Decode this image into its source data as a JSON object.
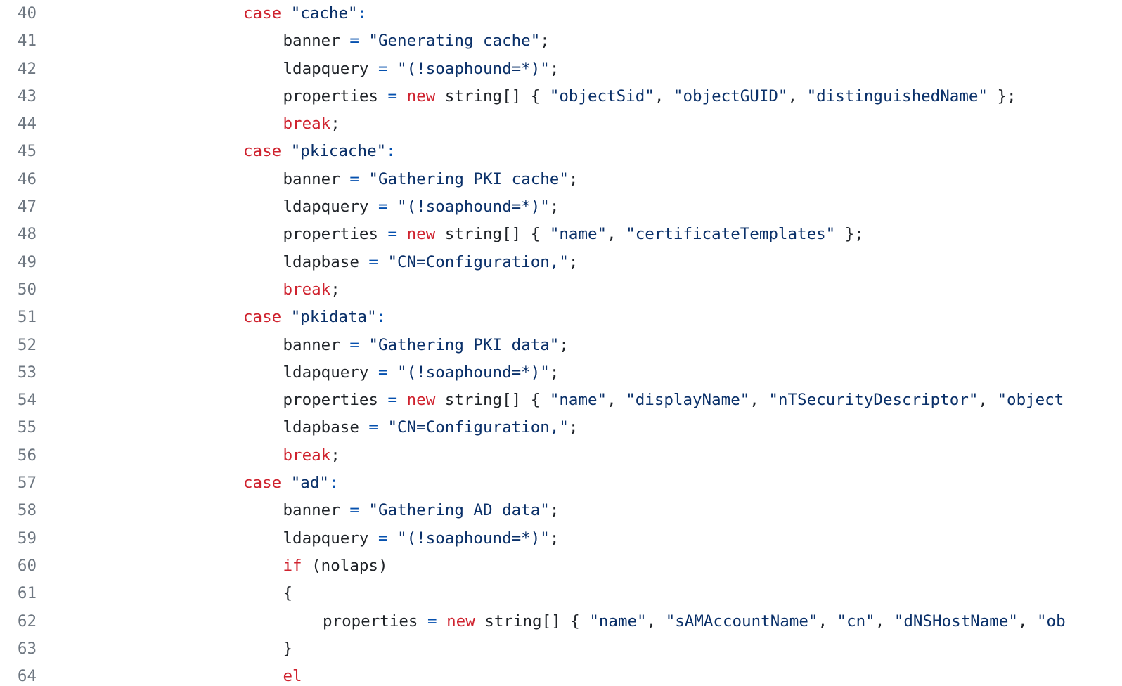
{
  "colors": {
    "keyword": "#cf222e",
    "string": "#0a3069",
    "operator": "#0550ae",
    "text": "#1f2328",
    "line_number": "#6e7781",
    "background": "#ffffff"
  },
  "lines": [
    {
      "num": "40",
      "indent": 0,
      "tokens": [
        {
          "t": "kw",
          "v": "case"
        },
        {
          "t": "plain",
          "v": " "
        },
        {
          "t": "str",
          "v": "\"cache\""
        },
        {
          "t": "op",
          "v": ":"
        }
      ]
    },
    {
      "num": "41",
      "indent": 1,
      "tokens": [
        {
          "t": "plain",
          "v": "banner "
        },
        {
          "t": "op",
          "v": "="
        },
        {
          "t": "plain",
          "v": " "
        },
        {
          "t": "str",
          "v": "\"Generating cache\""
        },
        {
          "t": "plain",
          "v": ";"
        }
      ]
    },
    {
      "num": "42",
      "indent": 1,
      "tokens": [
        {
          "t": "plain",
          "v": "ldapquery "
        },
        {
          "t": "op",
          "v": "="
        },
        {
          "t": "plain",
          "v": " "
        },
        {
          "t": "str",
          "v": "\"(!soaphound=*)\""
        },
        {
          "t": "plain",
          "v": ";"
        }
      ]
    },
    {
      "num": "43",
      "indent": 1,
      "tokens": [
        {
          "t": "plain",
          "v": "properties "
        },
        {
          "t": "op",
          "v": "="
        },
        {
          "t": "plain",
          "v": " "
        },
        {
          "t": "kw",
          "v": "new"
        },
        {
          "t": "plain",
          "v": " string[] { "
        },
        {
          "t": "str",
          "v": "\"objectSid\""
        },
        {
          "t": "plain",
          "v": ", "
        },
        {
          "t": "str",
          "v": "\"objectGUID\""
        },
        {
          "t": "plain",
          "v": ", "
        },
        {
          "t": "str",
          "v": "\"distinguishedName\""
        },
        {
          "t": "plain",
          "v": " };"
        }
      ]
    },
    {
      "num": "44",
      "indent": 1,
      "tokens": [
        {
          "t": "kw",
          "v": "break"
        },
        {
          "t": "plain",
          "v": ";"
        }
      ]
    },
    {
      "num": "45",
      "indent": 0,
      "tokens": [
        {
          "t": "kw",
          "v": "case"
        },
        {
          "t": "plain",
          "v": " "
        },
        {
          "t": "str",
          "v": "\"pkicache\""
        },
        {
          "t": "op",
          "v": ":"
        }
      ]
    },
    {
      "num": "46",
      "indent": 1,
      "tokens": [
        {
          "t": "plain",
          "v": "banner "
        },
        {
          "t": "op",
          "v": "="
        },
        {
          "t": "plain",
          "v": " "
        },
        {
          "t": "str",
          "v": "\"Gathering PKI cache\""
        },
        {
          "t": "plain",
          "v": ";"
        }
      ]
    },
    {
      "num": "47",
      "indent": 1,
      "tokens": [
        {
          "t": "plain",
          "v": "ldapquery "
        },
        {
          "t": "op",
          "v": "="
        },
        {
          "t": "plain",
          "v": " "
        },
        {
          "t": "str",
          "v": "\"(!soaphound=*)\""
        },
        {
          "t": "plain",
          "v": ";"
        }
      ]
    },
    {
      "num": "48",
      "indent": 1,
      "tokens": [
        {
          "t": "plain",
          "v": "properties "
        },
        {
          "t": "op",
          "v": "="
        },
        {
          "t": "plain",
          "v": " "
        },
        {
          "t": "kw",
          "v": "new"
        },
        {
          "t": "plain",
          "v": " string[] { "
        },
        {
          "t": "str",
          "v": "\"name\""
        },
        {
          "t": "plain",
          "v": ", "
        },
        {
          "t": "str",
          "v": "\"certificateTemplates\""
        },
        {
          "t": "plain",
          "v": " };"
        }
      ]
    },
    {
      "num": "49",
      "indent": 1,
      "tokens": [
        {
          "t": "plain",
          "v": "ldapbase "
        },
        {
          "t": "op",
          "v": "="
        },
        {
          "t": "plain",
          "v": " "
        },
        {
          "t": "str",
          "v": "\"CN=Configuration,\""
        },
        {
          "t": "plain",
          "v": ";"
        }
      ]
    },
    {
      "num": "50",
      "indent": 1,
      "tokens": [
        {
          "t": "kw",
          "v": "break"
        },
        {
          "t": "plain",
          "v": ";"
        }
      ]
    },
    {
      "num": "51",
      "indent": 0,
      "tokens": [
        {
          "t": "kw",
          "v": "case"
        },
        {
          "t": "plain",
          "v": " "
        },
        {
          "t": "str",
          "v": "\"pkidata\""
        },
        {
          "t": "op",
          "v": ":"
        }
      ]
    },
    {
      "num": "52",
      "indent": 1,
      "tokens": [
        {
          "t": "plain",
          "v": "banner "
        },
        {
          "t": "op",
          "v": "="
        },
        {
          "t": "plain",
          "v": " "
        },
        {
          "t": "str",
          "v": "\"Gathering PKI data\""
        },
        {
          "t": "plain",
          "v": ";"
        }
      ]
    },
    {
      "num": "53",
      "indent": 1,
      "tokens": [
        {
          "t": "plain",
          "v": "ldapquery "
        },
        {
          "t": "op",
          "v": "="
        },
        {
          "t": "plain",
          "v": " "
        },
        {
          "t": "str",
          "v": "\"(!soaphound=*)\""
        },
        {
          "t": "plain",
          "v": ";"
        }
      ]
    },
    {
      "num": "54",
      "indent": 1,
      "tokens": [
        {
          "t": "plain",
          "v": "properties "
        },
        {
          "t": "op",
          "v": "="
        },
        {
          "t": "plain",
          "v": " "
        },
        {
          "t": "kw",
          "v": "new"
        },
        {
          "t": "plain",
          "v": " string[] { "
        },
        {
          "t": "str",
          "v": "\"name\""
        },
        {
          "t": "plain",
          "v": ", "
        },
        {
          "t": "str",
          "v": "\"displayName\""
        },
        {
          "t": "plain",
          "v": ", "
        },
        {
          "t": "str",
          "v": "\"nTSecurityDescriptor\""
        },
        {
          "t": "plain",
          "v": ", "
        },
        {
          "t": "str",
          "v": "\"object"
        }
      ]
    },
    {
      "num": "55",
      "indent": 1,
      "tokens": [
        {
          "t": "plain",
          "v": "ldapbase "
        },
        {
          "t": "op",
          "v": "="
        },
        {
          "t": "plain",
          "v": " "
        },
        {
          "t": "str",
          "v": "\"CN=Configuration,\""
        },
        {
          "t": "plain",
          "v": ";"
        }
      ]
    },
    {
      "num": "56",
      "indent": 1,
      "tokens": [
        {
          "t": "kw",
          "v": "break"
        },
        {
          "t": "plain",
          "v": ";"
        }
      ]
    },
    {
      "num": "57",
      "indent": 0,
      "tokens": [
        {
          "t": "kw",
          "v": "case"
        },
        {
          "t": "plain",
          "v": " "
        },
        {
          "t": "str",
          "v": "\"ad\""
        },
        {
          "t": "op",
          "v": ":"
        }
      ]
    },
    {
      "num": "58",
      "indent": 1,
      "tokens": [
        {
          "t": "plain",
          "v": "banner "
        },
        {
          "t": "op",
          "v": "="
        },
        {
          "t": "plain",
          "v": " "
        },
        {
          "t": "str",
          "v": "\"Gathering AD data\""
        },
        {
          "t": "plain",
          "v": ";"
        }
      ]
    },
    {
      "num": "59",
      "indent": 1,
      "tokens": [
        {
          "t": "plain",
          "v": "ldapquery "
        },
        {
          "t": "op",
          "v": "="
        },
        {
          "t": "plain",
          "v": " "
        },
        {
          "t": "str",
          "v": "\"(!soaphound=*)\""
        },
        {
          "t": "plain",
          "v": ";"
        }
      ]
    },
    {
      "num": "60",
      "indent": 1,
      "tokens": [
        {
          "t": "kw",
          "v": "if"
        },
        {
          "t": "plain",
          "v": " (nolaps)"
        }
      ]
    },
    {
      "num": "61",
      "indent": 1,
      "tokens": [
        {
          "t": "plain",
          "v": "{"
        }
      ]
    },
    {
      "num": "62",
      "indent": 2,
      "tokens": [
        {
          "t": "plain",
          "v": "properties "
        },
        {
          "t": "op",
          "v": "="
        },
        {
          "t": "plain",
          "v": " "
        },
        {
          "t": "kw",
          "v": "new"
        },
        {
          "t": "plain",
          "v": " string[] { "
        },
        {
          "t": "str",
          "v": "\"name\""
        },
        {
          "t": "plain",
          "v": ", "
        },
        {
          "t": "str",
          "v": "\"sAMAccountName\""
        },
        {
          "t": "plain",
          "v": ", "
        },
        {
          "t": "str",
          "v": "\"cn\""
        },
        {
          "t": "plain",
          "v": ", "
        },
        {
          "t": "str",
          "v": "\"dNSHostName\""
        },
        {
          "t": "plain",
          "v": ", "
        },
        {
          "t": "str",
          "v": "\"ob"
        }
      ]
    },
    {
      "num": "63",
      "indent": 1,
      "tokens": [
        {
          "t": "plain",
          "v": "}"
        }
      ]
    },
    {
      "num": "64",
      "indent": 1,
      "tokens": [
        {
          "t": "kw",
          "v": "el"
        }
      ]
    }
  ]
}
